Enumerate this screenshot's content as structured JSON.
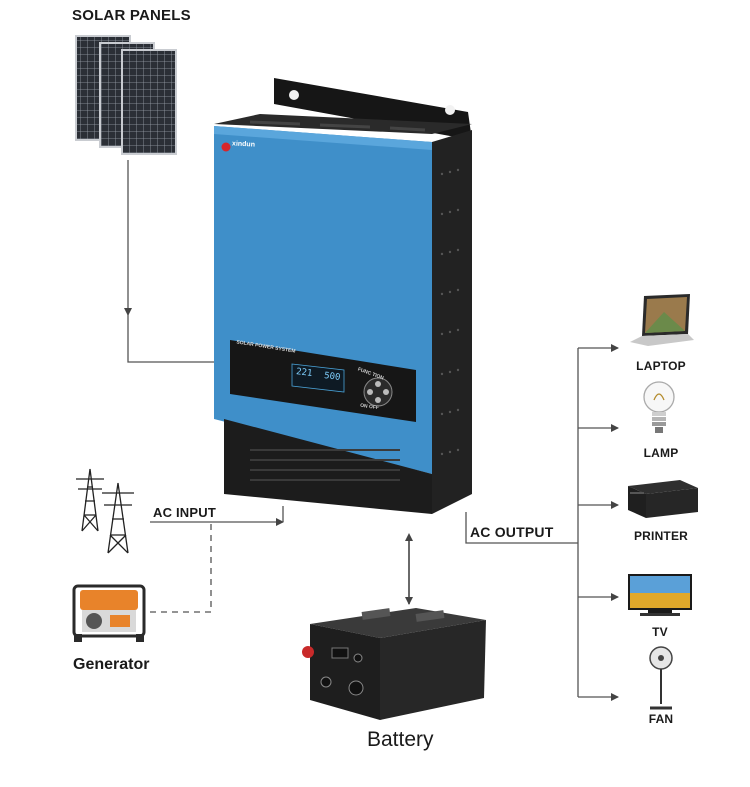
{
  "labels": {
    "solar_panels": "SOLAR PANELS",
    "ac_input": "AC INPUT",
    "ac_output": "AC OUTPUT",
    "generator": "Generator",
    "battery": "Battery"
  },
  "inverter": {
    "brand": "xindun",
    "panel_title": "SOLAR POWER SYSTEM",
    "display_left": "221",
    "display_right": "500",
    "button_label": "FUNC  TION",
    "switch_label": "ON  OFF"
  },
  "loads": [
    {
      "name": "LAPTOP",
      "icon": "laptop-icon"
    },
    {
      "name": "LAMP",
      "icon": "lamp-icon"
    },
    {
      "name": "PRINTER",
      "icon": "printer-icon"
    },
    {
      "name": "TV",
      "icon": "tv-icon"
    },
    {
      "name": "FAN",
      "icon": "fan-icon"
    }
  ],
  "colors": {
    "inverter_blue": "#3f8fc9",
    "inverter_body": "#1c1c1c",
    "generator_orange": "#e8832a",
    "line": "#555555"
  }
}
